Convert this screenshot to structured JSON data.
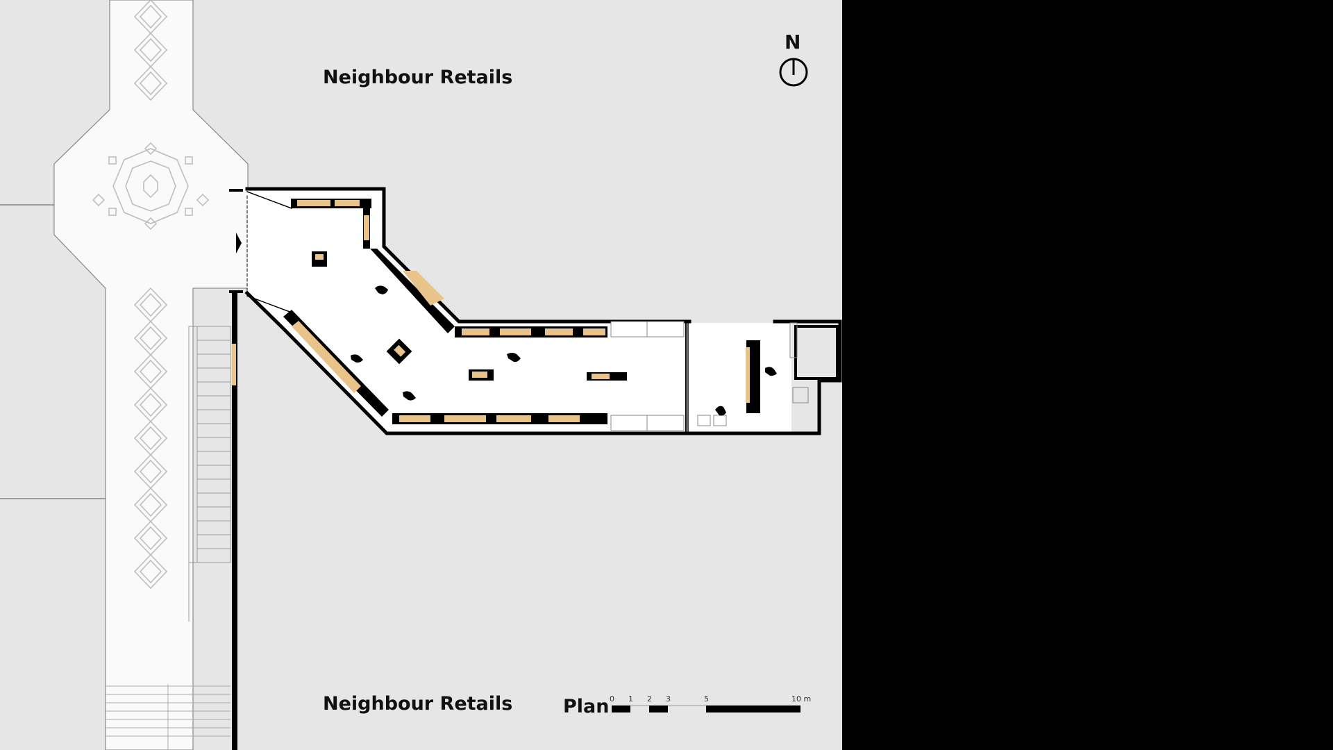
{
  "labels": {
    "north_area": "Neighbour Retails",
    "south_area": "Neighbour Retails",
    "plan_title": "Plan",
    "north_letter": "N"
  },
  "scale_bar": {
    "ticks": [
      "0",
      "1",
      "2",
      "3",
      "5",
      "10 m"
    ]
  },
  "icons": {
    "north_arrow": "north-arrow-icon",
    "people": "person-figure-icon",
    "ornament": "floor-ornament-icon"
  },
  "colors": {
    "background": "#e6e6e6",
    "floor": "#ffffff",
    "walls": "#000000",
    "display_fill": "#e8c48a",
    "outer": "#000000"
  }
}
